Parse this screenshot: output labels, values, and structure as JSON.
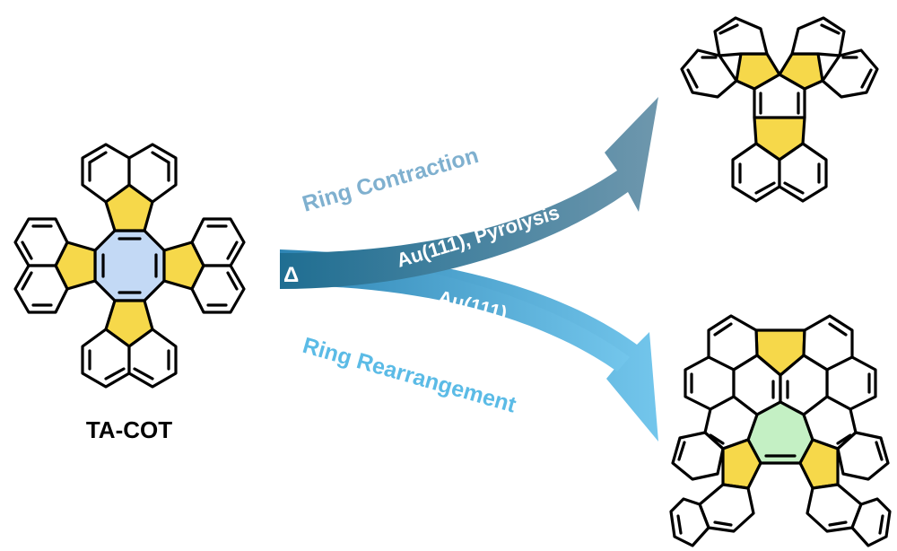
{
  "molecule_label": "TA-COT",
  "heat_symbol": "Δ",
  "upper_path": {
    "reaction_name": "Ring Contraction",
    "conditions": "Au(111), Pyrolysis",
    "arrow_color": "#5f8fa9"
  },
  "lower_path": {
    "reaction_name": "Ring Rearrangement",
    "conditions": "Au(111)",
    "arrow_color": "#6cc0e6"
  },
  "colors": {
    "pentagon_fill": "#f6d84a",
    "cot_fill": "#c3d9f5",
    "heptagon_fill": "#c4f0c4",
    "upper_text": "#7fb0cf",
    "lower_text": "#5bbbe6"
  }
}
